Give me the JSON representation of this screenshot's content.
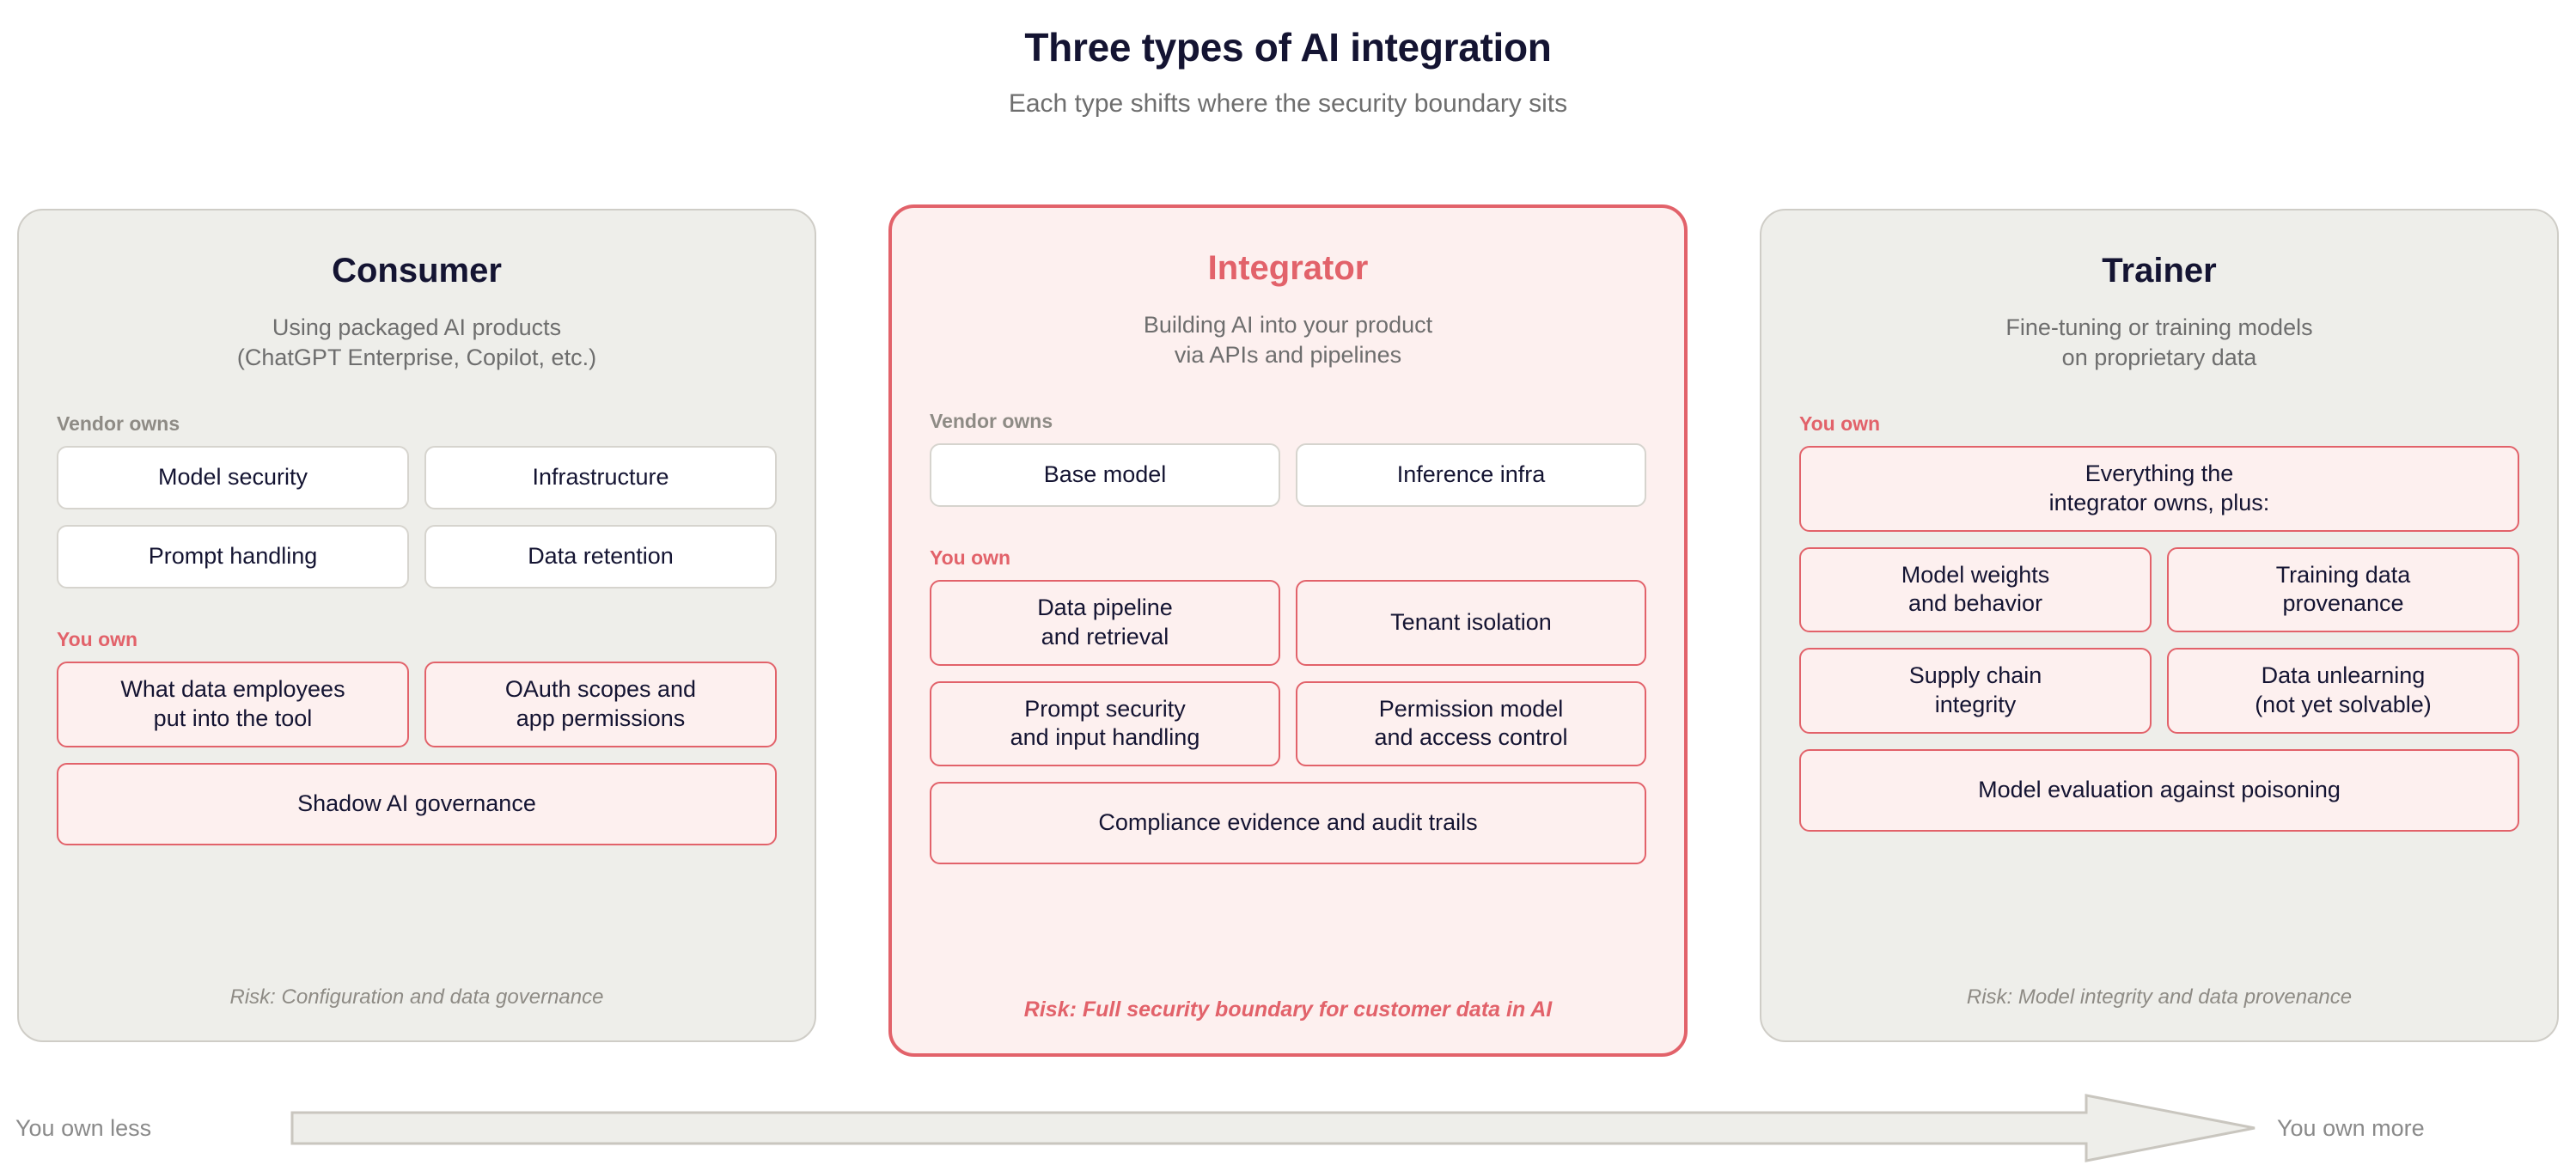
{
  "header": {
    "title": "Three types of AI integration",
    "subtitle": "Each type shifts where the security boundary sits"
  },
  "colors": {
    "accent_red": "#e2626a",
    "card_neutral_bg": "#eeeeea",
    "card_accent_bg": "#fdf0ef",
    "title_navy": "#141432",
    "muted_gray": "#6e6e6e",
    "label_gray": "#8e8b85"
  },
  "cards": [
    {
      "id": "consumer",
      "title": "Consumer",
      "subtitle": "Using packaged AI products\n(ChatGPT Enterprise, Copilot, etc.)",
      "highlighted": false,
      "sections": [
        {
          "label": "Vendor owns",
          "kind": "vendor",
          "chips": [
            {
              "text": "Model security",
              "width": "half"
            },
            {
              "text": "Infrastructure",
              "width": "half"
            },
            {
              "text": "Prompt handling",
              "width": "half"
            },
            {
              "text": "Data retention",
              "width": "half"
            }
          ]
        },
        {
          "label": "You own",
          "kind": "you",
          "chips": [
            {
              "text": "What data employees\nput into the tool",
              "width": "half",
              "tall": true
            },
            {
              "text": "OAuth scopes and\napp permissions",
              "width": "half",
              "tall": true
            },
            {
              "text": "Shadow AI governance",
              "width": "full",
              "tall": true
            }
          ]
        }
      ],
      "risk": "Risk: Configuration and data governance"
    },
    {
      "id": "integrator",
      "title": "Integrator",
      "subtitle": "Building AI into your product\nvia APIs and pipelines",
      "highlighted": true,
      "sections": [
        {
          "label": "Vendor owns",
          "kind": "vendor",
          "chips": [
            {
              "text": "Base model",
              "width": "half"
            },
            {
              "text": "Inference infra",
              "width": "half"
            }
          ]
        },
        {
          "label": "You own",
          "kind": "you",
          "chips": [
            {
              "text": "Data pipeline\nand retrieval",
              "width": "half",
              "tall": true
            },
            {
              "text": "Tenant isolation",
              "width": "half",
              "tall": true
            },
            {
              "text": "Prompt security\nand input handling",
              "width": "half",
              "tall": true
            },
            {
              "text": "Permission model\nand access control",
              "width": "half",
              "tall": true
            },
            {
              "text": "Compliance evidence and audit trails",
              "width": "full",
              "tall": true
            }
          ]
        }
      ],
      "risk": "Risk: Full security boundary for customer data in AI"
    },
    {
      "id": "trainer",
      "title": "Trainer",
      "subtitle": "Fine-tuning or training models\non proprietary data",
      "highlighted": false,
      "sections": [
        {
          "label": "You own",
          "kind": "you",
          "chips": [
            {
              "text": "Everything the\nintegrator owns, plus:",
              "width": "full",
              "tall": true
            },
            {
              "text": "Model weights\nand behavior",
              "width": "half",
              "tall": true
            },
            {
              "text": "Training data\nprovenance",
              "width": "half",
              "tall": true
            },
            {
              "text": "Supply chain\nintegrity",
              "width": "half",
              "tall": true
            },
            {
              "text": "Data unlearning\n(not yet solvable)",
              "width": "half",
              "tall": true
            },
            {
              "text": "Model evaluation against poisoning",
              "width": "full",
              "tall": true
            }
          ]
        }
      ],
      "risk": "Risk: Model integrity and data provenance"
    }
  ],
  "ownership_scale": {
    "left_label": "You own less",
    "right_label": "You own more",
    "direction": "left-to-right"
  }
}
